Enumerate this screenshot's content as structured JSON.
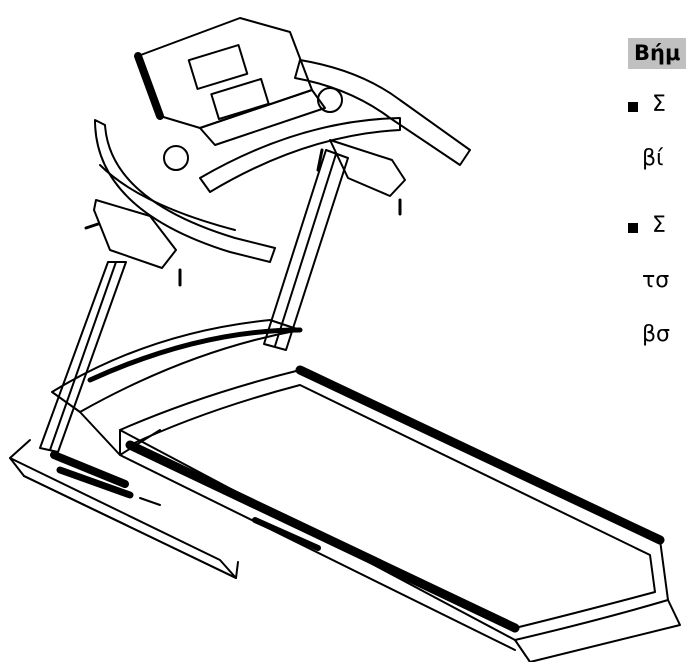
{
  "document": {
    "heading": "Βήμ",
    "list": [
      {
        "lines": [
          "Σ",
          "βί"
        ]
      },
      {
        "lines": [
          "Σ",
          "τσ",
          "βσ"
        ]
      }
    ]
  },
  "figure": {
    "icon": "treadmill-assembly-illustration"
  }
}
